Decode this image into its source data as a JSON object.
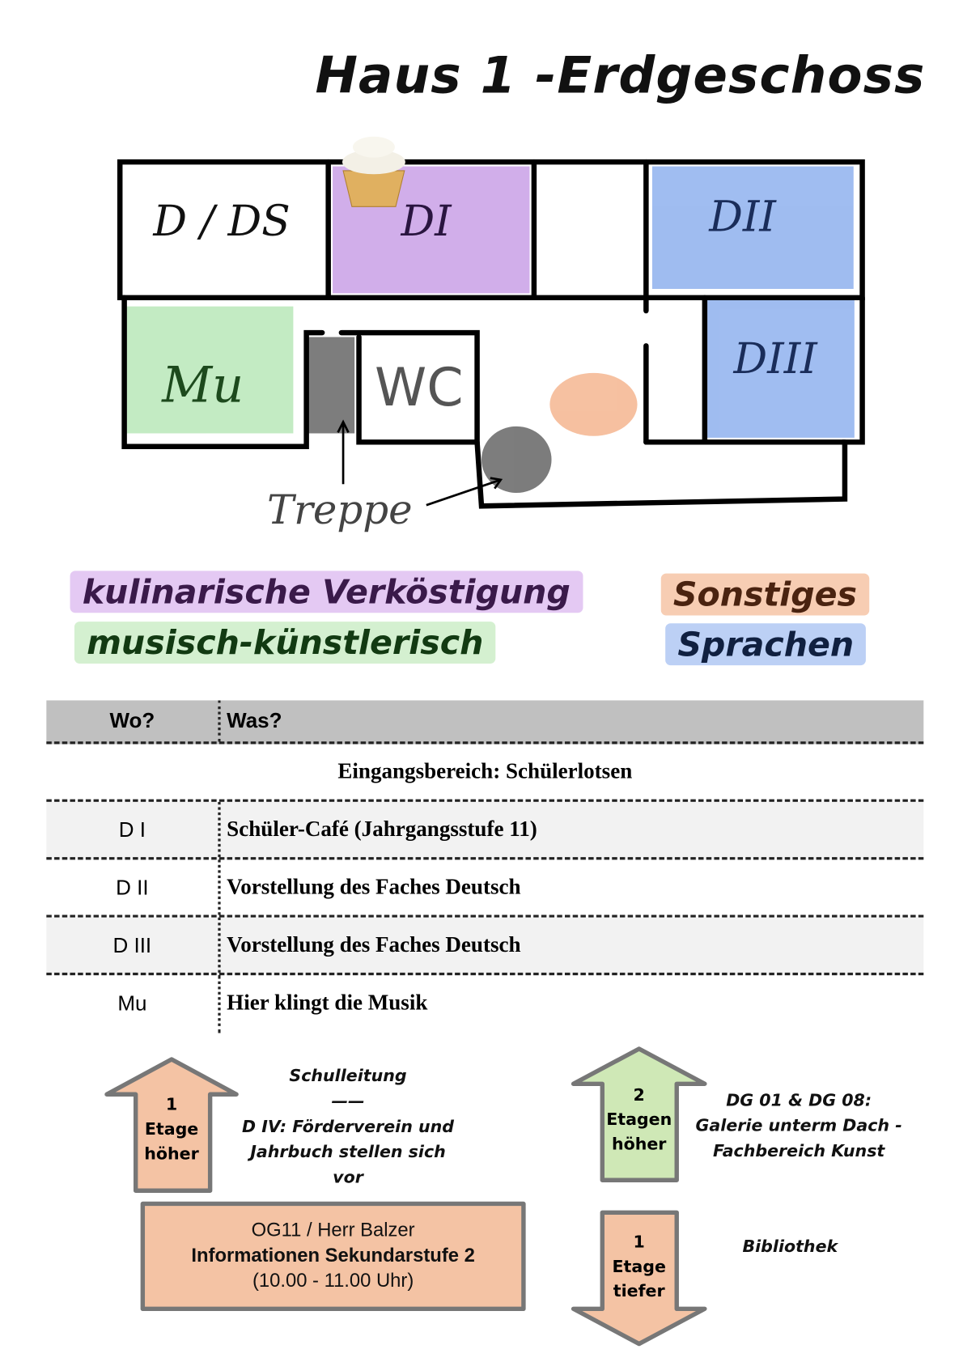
{
  "title": "Haus 1 -Erdgeschoss",
  "map": {
    "rooms": {
      "d_ds": "D / DS",
      "d1": "DI",
      "d2": "DII",
      "d3": "DIII",
      "mu": "Mu",
      "wc": "WC"
    },
    "stairs_label": "Treppe",
    "colors": {
      "kulinarisch": "#c9a0e6",
      "musisch": "#b9e8b9",
      "sonstiges": "#f5b690",
      "sprachen": "#8fb1ee",
      "treppe": "#666666"
    }
  },
  "legend": {
    "kulinarisch": "kulinarische Verköstigung",
    "musisch": "musisch-künstlerisch",
    "sonstiges": "Sonstiges",
    "sprachen": "Sprachen"
  },
  "table": {
    "headers": {
      "wo": "Wo?",
      "was": "Was?"
    },
    "entrance": "Eingangsbereich: Schülerlotsen",
    "rows": [
      {
        "wo": "D I",
        "was": "Schüler-Café (Jahrgangsstufe 11)"
      },
      {
        "wo": "D II",
        "was": "Vorstellung des Faches Deutsch"
      },
      {
        "wo": "D III",
        "was": "Vorstellung des Faches Deutsch"
      },
      {
        "wo": "Mu",
        "was": "Hier klingt die Musik"
      }
    ]
  },
  "floors": {
    "up1": {
      "n": "1",
      "w1": "Etage",
      "w2": "höher",
      "title": "Schulleitung",
      "sep": "——",
      "line1": "D IV: Förderverein und",
      "line2": "Jahrbuch stellen sich vor"
    },
    "up2": {
      "n": "2",
      "w1": "Etagen",
      "w2": "höher",
      "line1": "DG 01 & DG 08:",
      "line2": "Galerie unterm Dach -",
      "line3": "Fachbereich Kunst"
    },
    "down1": {
      "n": "1",
      "w1": "Etage",
      "w2": "tiefer",
      "line1": "Bibliothek"
    },
    "box": {
      "line1": "OG11 / Herr Balzer",
      "line2": "Informationen Sekundarstufe 2",
      "line3": "(10.00 - 11.00 Uhr)"
    }
  }
}
